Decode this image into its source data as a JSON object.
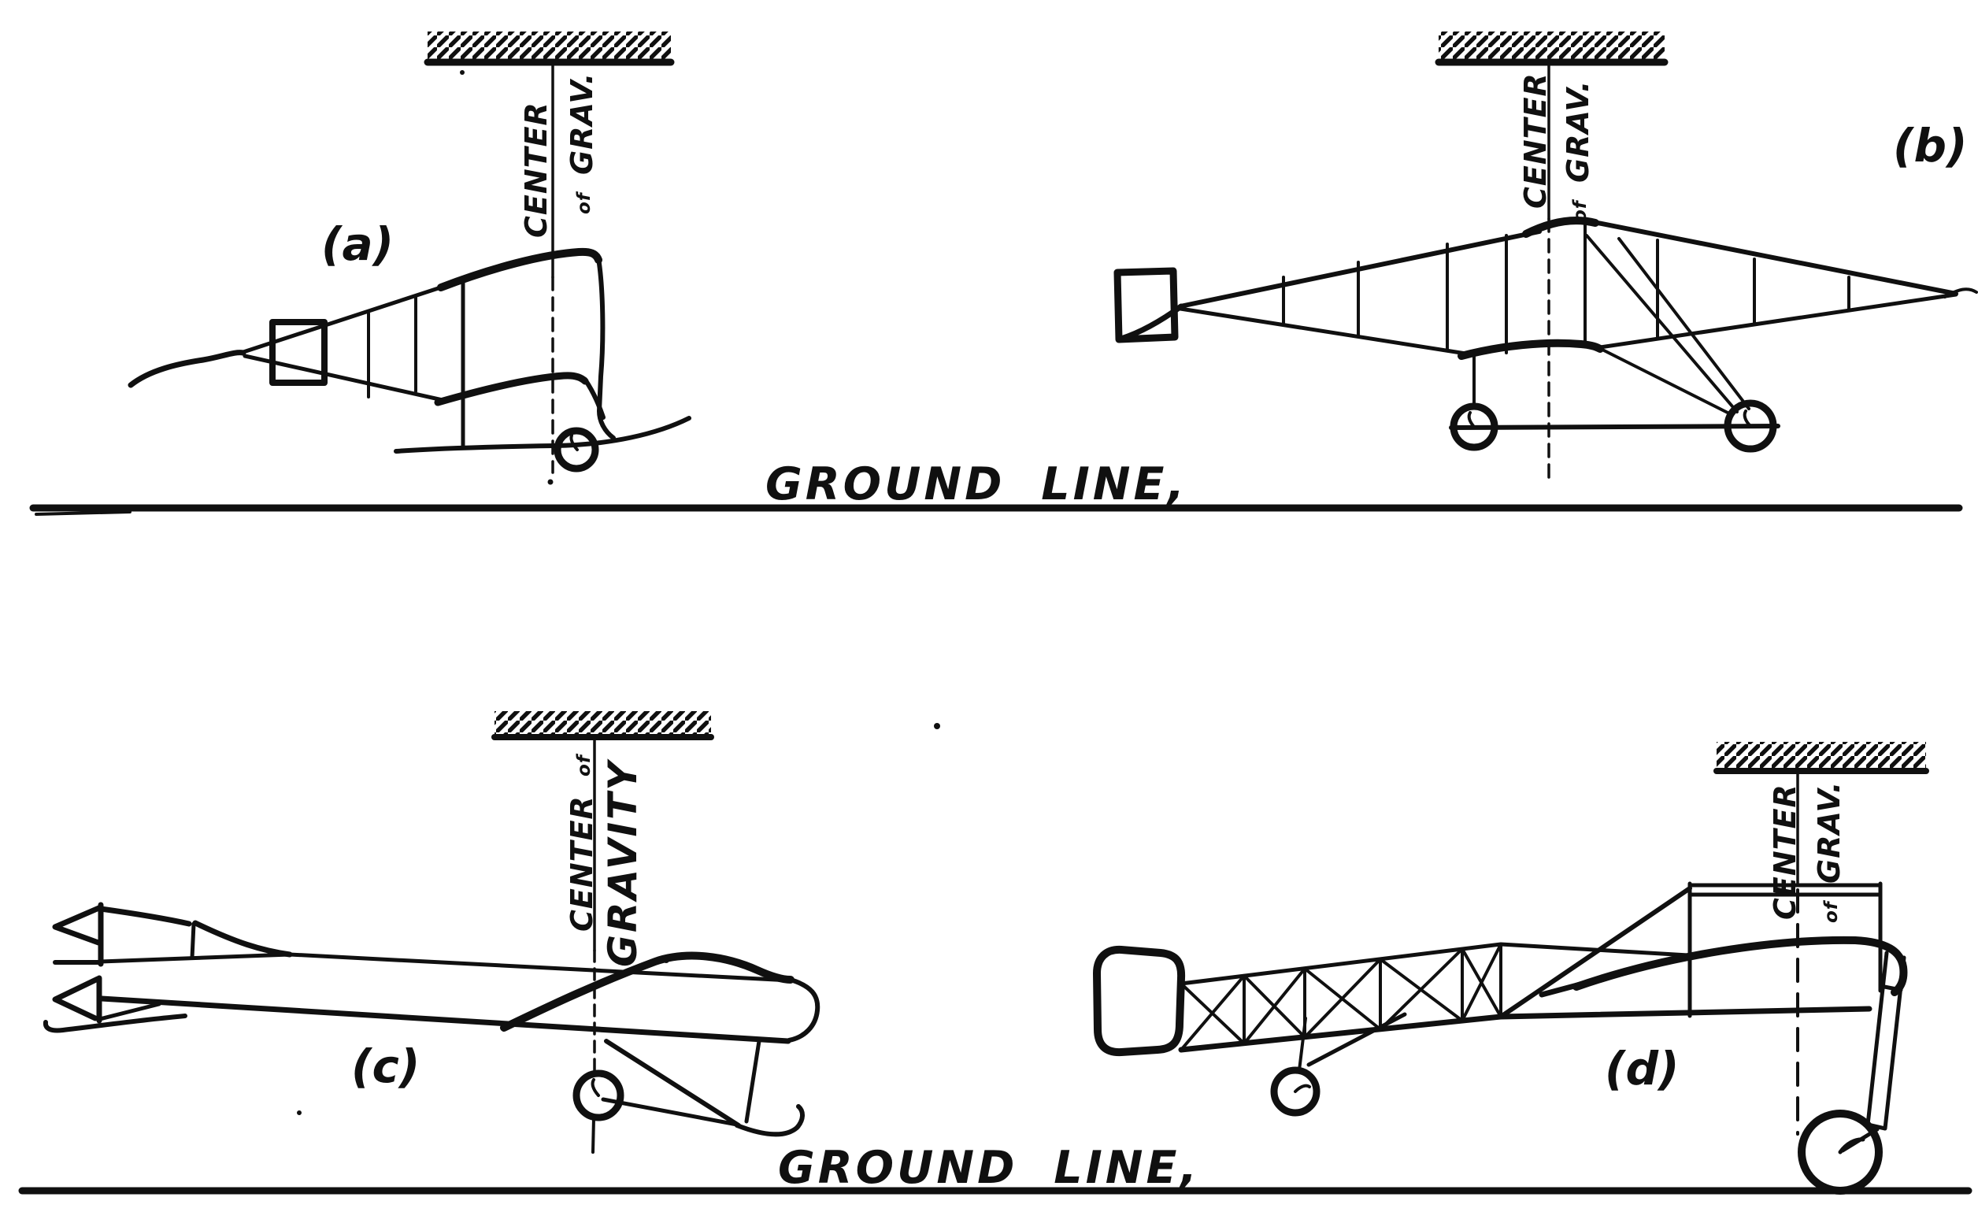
{
  "page": {
    "background_color": "#ffffff",
    "ink_color": "#101010",
    "description": "Four early-aeroplane side views suspended from hatched supports by plumb lines marking the center of gravity, with ground lines below"
  },
  "figure": {
    "ground_lines": [
      {
        "label": "GROUND LINE,"
      },
      {
        "label": "GROUND LINE,"
      }
    ],
    "diagrams": [
      {
        "id": "a",
        "label": "(a)",
        "cg": {
          "col1": "CENTER",
          "col1_small": "",
          "col2_small": "of",
          "col2": "GRAV."
        }
      },
      {
        "id": "b",
        "label": "(b)",
        "cg": {
          "col1": "CENTER",
          "col1_small": "",
          "col2_small": "of",
          "col2": "GRAV."
        }
      },
      {
        "id": "c",
        "label": "(c)",
        "cg": {
          "col1": "CENTER",
          "col1_small": "of",
          "col2": "GRAVITY",
          "col2_small": ""
        }
      },
      {
        "id": "d",
        "label": "(d)",
        "cg": {
          "col1": "CENTER",
          "col1_small": "",
          "col2_small": "of",
          "col2": "GRAV."
        }
      }
    ]
  }
}
